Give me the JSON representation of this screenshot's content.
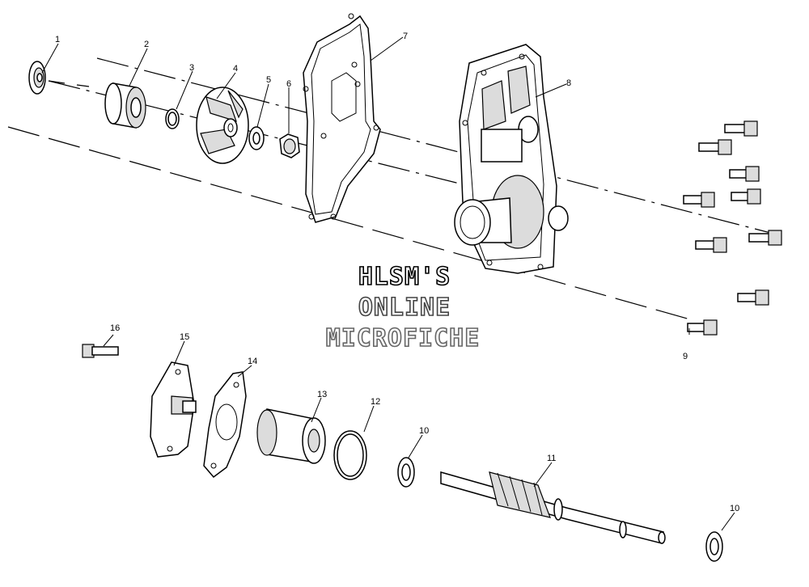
{
  "watermark": {
    "line1": "HLSM'S",
    "line2": "ONLINE",
    "line3": "MICROFICHE"
  },
  "callouts": {
    "c1": "1",
    "c2": "2",
    "c3": "3",
    "c4": "4",
    "c5": "5",
    "c6": "6",
    "c7": "7",
    "c8": "8",
    "c9": "9",
    "c10a": "10",
    "c10b": "10",
    "c11": "11",
    "c12": "12",
    "c13": "13",
    "c14": "14",
    "c15": "15",
    "c16": "16"
  }
}
